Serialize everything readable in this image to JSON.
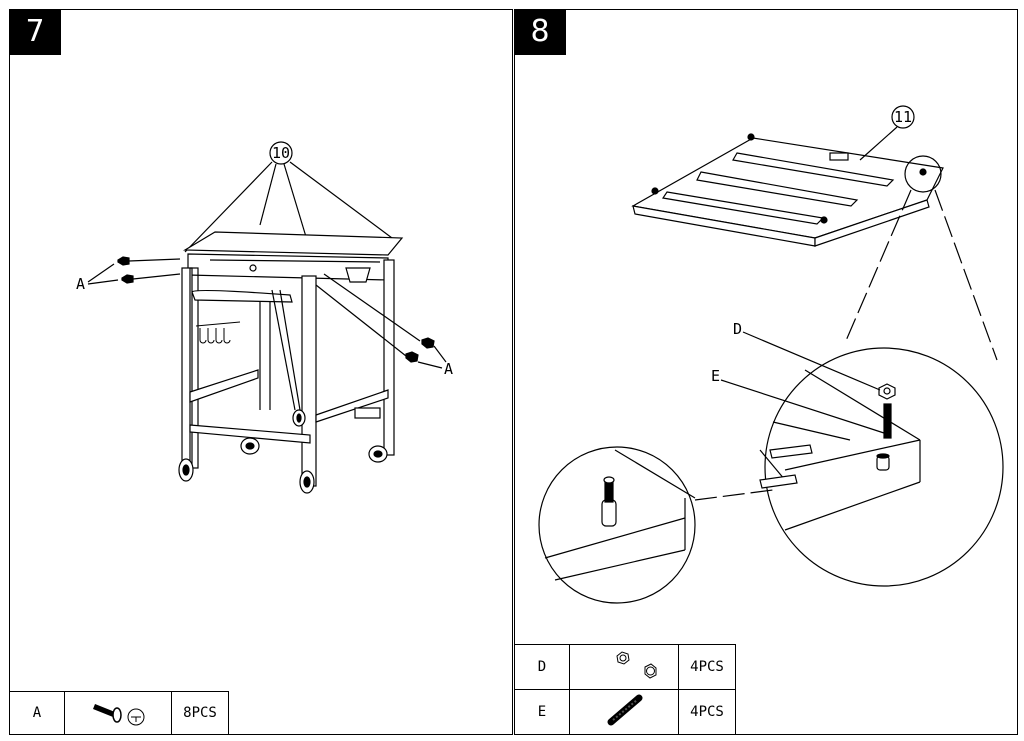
{
  "step7": {
    "number": "7",
    "callout_part": "10",
    "callout_screw_left": "A",
    "callout_screw_right": "A",
    "parts": [
      {
        "id": "A",
        "icon": "bolt-icon",
        "qty": "8PCS"
      }
    ]
  },
  "step8": {
    "number": "8",
    "callout_part": "11",
    "callout_nut": "D",
    "callout_stud": "E",
    "parts": [
      {
        "id": "D",
        "icon": "hex-nut-icon",
        "qty": "4PCS"
      },
      {
        "id": "E",
        "icon": "threaded-stud-icon",
        "qty": "4PCS"
      }
    ]
  }
}
